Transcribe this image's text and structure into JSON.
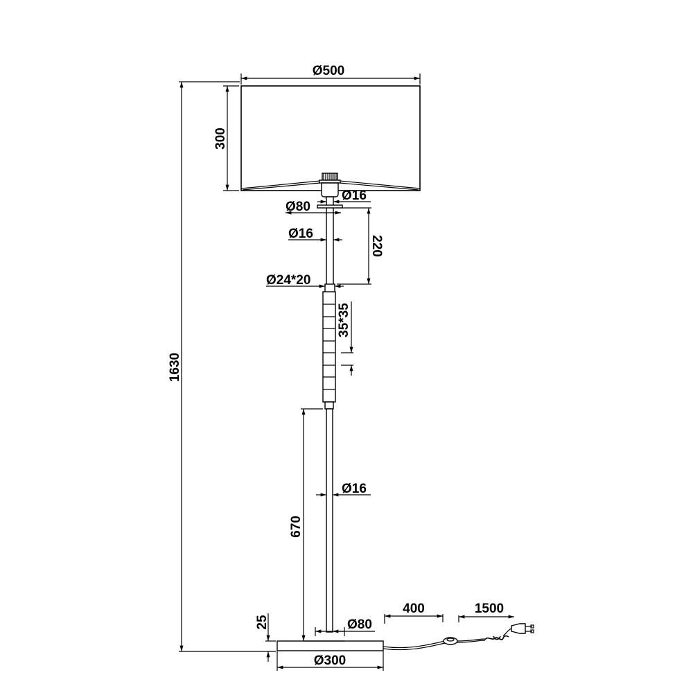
{
  "dimensions": {
    "shade_diameter": "Ø500",
    "shade_height": "300",
    "total_height": "1630",
    "socket_rod_diameter": "Ø16",
    "washer_diameter": "Ø80",
    "upper_rod_diameter": "Ø16",
    "upper_rod_length": "220",
    "connector": "Ø24*20",
    "segment_size": "35*35",
    "lower_rod_diameter": "Ø16",
    "lower_rod_length": "670",
    "base_height": "25",
    "base_collar_diameter": "Ø80",
    "base_diameter": "Ø300",
    "cord_to_switch": "400",
    "cord_to_plug": "1500"
  },
  "colors": {
    "line": "#000000",
    "background": "#ffffff"
  }
}
